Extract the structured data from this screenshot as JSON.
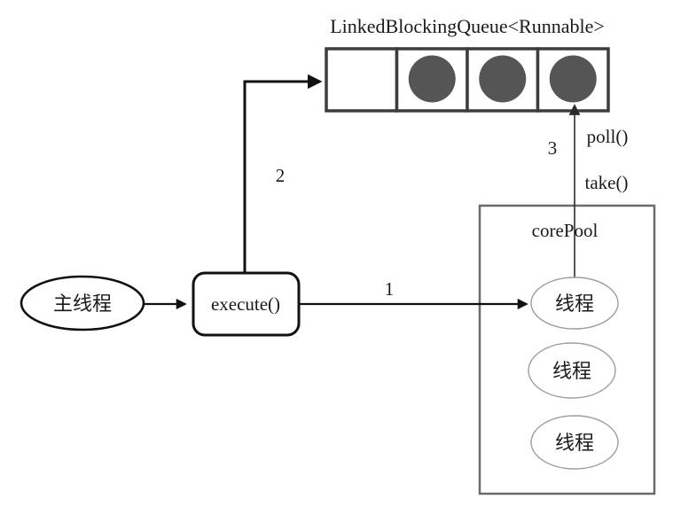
{
  "diagram": {
    "title": "LinkedBlockingQueue<Runnable>",
    "queue": {
      "filled": [
        false,
        true,
        true,
        true
      ]
    },
    "main_thread_label": "主线程",
    "execute_label": "execute()",
    "core_pool_label": "corePool",
    "threads": [
      "线程",
      "线程",
      "线程"
    ],
    "edge_labels": {
      "to_pool": "1",
      "to_queue": "2",
      "from_queue": "3",
      "poll": "poll()",
      "take": "take()"
    },
    "colors": {
      "task": "#555555",
      "queue_border": "#3d3d3d",
      "pool_border": "#6b6b6b",
      "thread_border": "#9e9e9e",
      "line": "#111111",
      "thin_line": "#2b2b2b"
    }
  }
}
